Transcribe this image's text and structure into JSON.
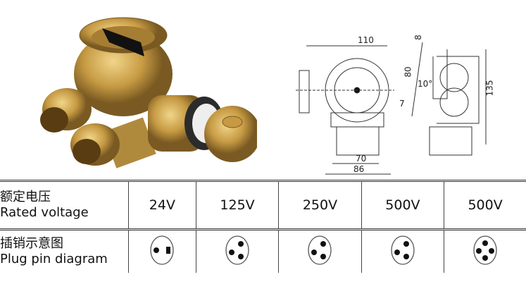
{
  "dimensions": {
    "width_top": "110",
    "width_70": "70",
    "width_86": "86",
    "height_135": "135",
    "side_80": "80",
    "side_8": "8",
    "side_7": "7",
    "angle": "10°"
  },
  "table": {
    "row1": {
      "label_cn": "额定电压",
      "label_en": "Rated voltage",
      "values": [
        "24V",
        "125V",
        "250V",
        "500V",
        "500V"
      ]
    },
    "row2": {
      "label_cn": "插销示意图",
      "label_en": "Plug pin diagram",
      "pins": [
        2,
        3,
        3,
        3,
        4
      ]
    }
  },
  "colors": {
    "brass": "#c9a24e",
    "line": "#333333"
  }
}
